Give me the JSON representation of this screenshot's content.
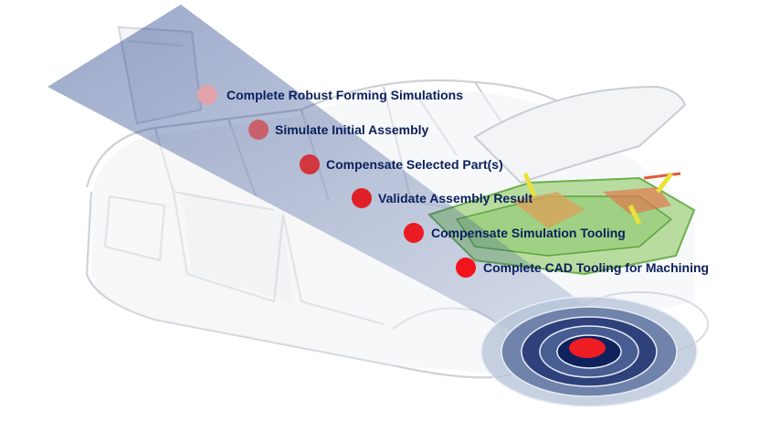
{
  "steps": [
    {
      "label": "Complete Robust Forming Simulations",
      "color": "#e3a3aa"
    },
    {
      "label": "Simulate Initial Assembly",
      "color": "#c9606b"
    },
    {
      "label": "Compensate Selected Part(s)",
      "color": "#d2363f"
    },
    {
      "label": "Validate Assembly Result",
      "color": "#e02027"
    },
    {
      "label": "Compensate Simulation Tooling",
      "color": "#ea1b22"
    },
    {
      "label": "Complete CAD Tooling for Machining",
      "color": "#f2141c"
    }
  ],
  "target": {
    "ring_colors": [
      "#b4c2d7",
      "#6c7ea6",
      "#2a3d78",
      "#4a5f93",
      "#0d1f5c"
    ],
    "bullseye_color": "#ee1c23"
  }
}
